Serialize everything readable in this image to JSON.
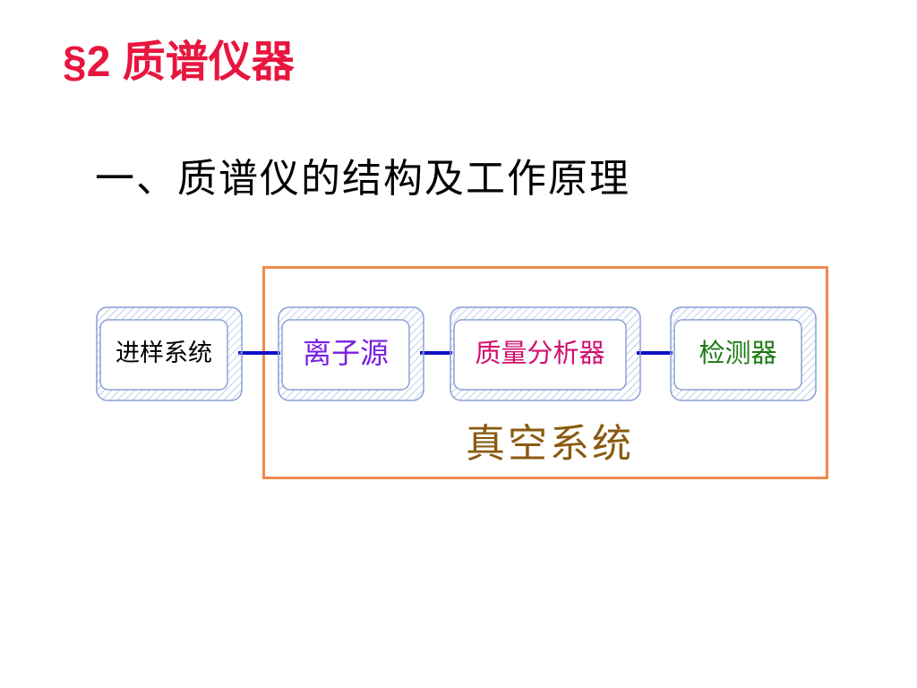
{
  "slide": {
    "title": "§2 质谱仪器",
    "heading": "一、质谱仪的结构及工作原理"
  },
  "diagram": {
    "components": [
      {
        "id": "sample-inlet",
        "label": "进样系统",
        "color": "#000000"
      },
      {
        "id": "ion-source",
        "label": "离子源",
        "color": "#7a1fe0"
      },
      {
        "id": "mass-analyzer",
        "label": "质量分析器",
        "color": "#d0106e"
      },
      {
        "id": "detector",
        "label": "检测器",
        "color": "#1a7a12"
      }
    ],
    "vacuum_system_label": "真空系统"
  },
  "colors": {
    "title": "#e8163f",
    "vacuum_frame": "#f08a4b",
    "vacuum_label": "#8a5a10",
    "connector": "#1010c8",
    "box_stroke": "#8aa0d6"
  }
}
